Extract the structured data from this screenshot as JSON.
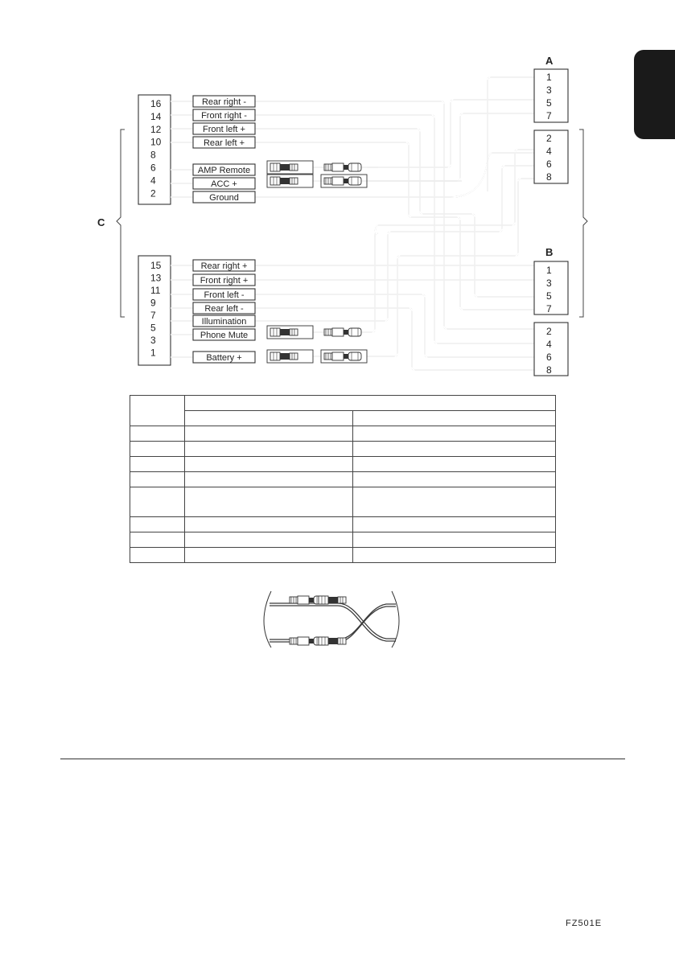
{
  "connector_c": {
    "label": "C",
    "upper_pins": [
      "16",
      "14",
      "12",
      "10",
      "8",
      "6",
      "4",
      "2"
    ],
    "lower_pins": [
      "15",
      "13",
      "11",
      "9",
      "7",
      "5",
      "3",
      "1"
    ],
    "upper_wires": [
      "Rear right -",
      "Front right -",
      "Front left +",
      "Rear left +",
      "AMP Remote",
      "ACC +",
      "Ground"
    ],
    "lower_wires": [
      "Rear right +",
      "Front right +",
      "Front left -",
      "Rear left -",
      "Illumination",
      "Phone Mute",
      "Battery +"
    ]
  },
  "connector_a": {
    "label": "A",
    "odd_pins": [
      "1",
      "3",
      "5",
      "7"
    ],
    "even_pins": [
      "2",
      "4",
      "6",
      "8"
    ]
  },
  "connector_b": {
    "label": "B",
    "odd_pins": [
      "1",
      "3",
      "5",
      "7"
    ],
    "even_pins": [
      "2",
      "4",
      "6",
      "8"
    ]
  },
  "table": {
    "rows": 10,
    "columns": 3
  },
  "footer": {
    "code": "FZ501E"
  }
}
